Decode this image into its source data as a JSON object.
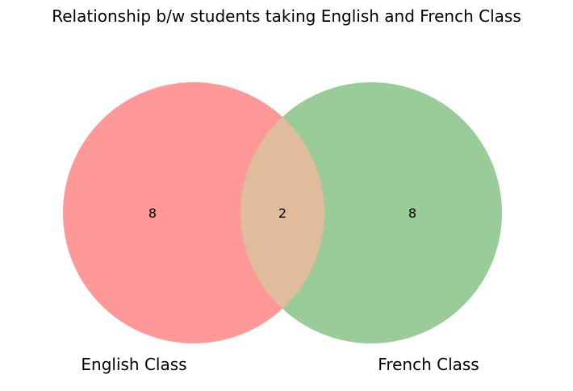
{
  "title": "Relationship b/w students taking English and French Class",
  "venn": {
    "sets": [
      {
        "label": "English Class",
        "only_count": "8",
        "color": "#ff9999"
      },
      {
        "label": "French Class",
        "only_count": "8",
        "color": "#99cc99"
      }
    ],
    "intersection_count": "2",
    "intersection_color": "#e0bb9c"
  }
}
